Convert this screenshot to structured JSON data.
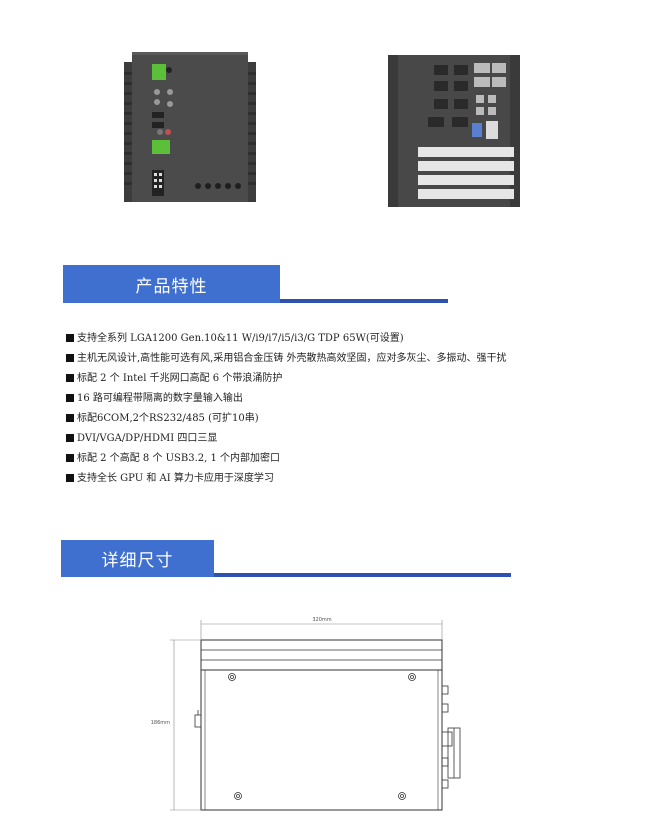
{
  "sections": {
    "features_title": "产品特性",
    "dimensions_title": "详细尺寸"
  },
  "features": [
    "支持全系列 LGA1200 Gen.10&11 W/i9/i7/i5/i3/G TDP 65W(可设置)",
    "主机无风设计,高性能可选有风,采用铝合金压铸 外壳散热高效坚固，应对多灰尘、多振动、强干扰",
    "标配 2 个 Intel 千兆网口高配 6 个带浪涌防护",
    "16 路可编程带隔离的数字量输入输出",
    "标配6COM,2个RS232/485 (可扩10串)",
    "DVI/VGA/DP/HDMI 四口三显",
    "标配 2 个高配 8 个 USB3.2, 1 个内部加密口",
    "支持全长 GPU 和 AI 算力卡应用于深度学习"
  ],
  "drawing": {
    "width_label": "320mm",
    "height_label": "186mm"
  },
  "colors": {
    "header_blue": "#3f6fcf",
    "header_rule": "#2f52ad",
    "chassis": "#4a4a4a",
    "terminal_green": "#5cbf3a"
  }
}
